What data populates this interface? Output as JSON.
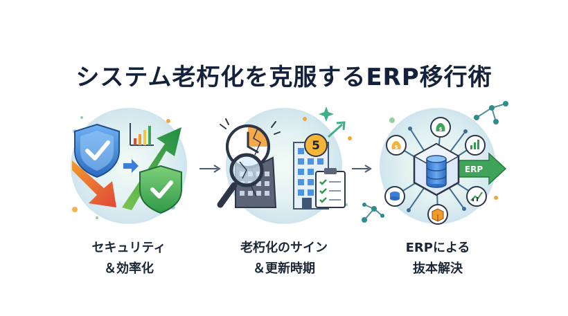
{
  "title": "システム老朽化を克服するERP移行術",
  "steps": [
    {
      "line1": "セキュリティ",
      "line2": "＆効率化"
    },
    {
      "line1": "老朽化のサイン",
      "line2": "＆更新時期"
    },
    {
      "line1": "ERPによる",
      "line2": "抜本解決"
    }
  ],
  "badges": {
    "calendar_number": "5",
    "erp_label": "ERP"
  },
  "icons": [
    "shield-check-icon",
    "trend-up-arrow-icon",
    "trend-down-arrow-icon",
    "bar-chart-icon",
    "clock-icon",
    "magnifier-icon",
    "crumbling-building-icon",
    "calendar-badge-icon",
    "office-building-icon",
    "checklist-clipboard-icon",
    "database-hub-icon",
    "money-bag-icon",
    "coins-icon",
    "box-icon",
    "network-nodes-icon"
  ],
  "colors": {
    "navy": "#13223a",
    "blue": "#3b7fd6",
    "green": "#2f9a4a",
    "red": "#e0483a",
    "orange": "#f39a2b",
    "teal": "#2e8c8c"
  }
}
